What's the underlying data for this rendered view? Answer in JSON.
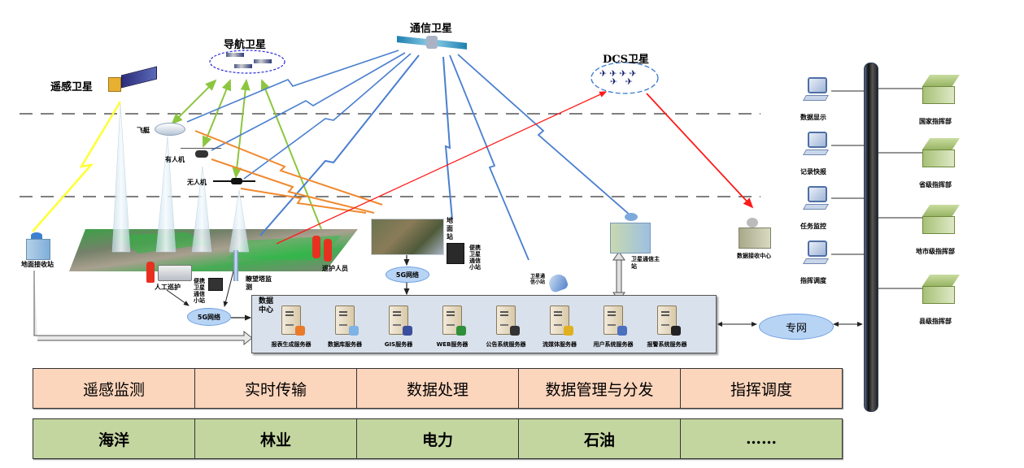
{
  "diagram": {
    "satellites": {
      "remote_sensing": "遥感卫星",
      "navigation": "导航卫星",
      "communication": "通信卫星",
      "dcs": "DCS卫星"
    },
    "aircraft": {
      "airship": "飞艇",
      "manned": "有人机",
      "unmanned": "无人机"
    },
    "ground": {
      "ground_receiving_station": "地面接收站",
      "manual_patrol": "人工巡护",
      "portable_terminal_left": "便携卫星通信小站",
      "watchtower": "瞭望塔监测",
      "patrol_personnel": "巡护人员",
      "ground_station": "地面站",
      "portable_terminal_mid": "便携卫星通信小站",
      "satellite_small_station": "卫星通信小站",
      "satellite_main_station": "卫星通信主站",
      "data_receiving_center": "数据接收中心"
    },
    "networks": {
      "net_5g_left": "5G网络",
      "net_5g_mid": "5G网络",
      "private_net": "专网"
    },
    "data_center": {
      "title": "数据中心",
      "servers": [
        {
          "name": "报表生成服务器",
          "badge_color": "#e87a2a"
        },
        {
          "name": "数据库服务器",
          "badge_color": "#7fb2e5"
        },
        {
          "name": "GIS服务器",
          "badge_color": "#3b4fa0"
        },
        {
          "name": "WEB服务器",
          "badge_color": "#2f8f3a"
        },
        {
          "name": "公告系统服务器",
          "badge_color": "#333333"
        },
        {
          "name": "流媒体服务器",
          "badge_color": "#e0b020"
        },
        {
          "name": "用户系统服务器",
          "badge_color": "#4a70c0"
        },
        {
          "name": "报警系统服务器",
          "badge_color": "#222222"
        }
      ]
    },
    "terminals": [
      "数据显示",
      "记录快报",
      "任务监控",
      "指挥调度"
    ],
    "command_centers": [
      "国家指挥部",
      "省级指挥部",
      "地市级指挥部",
      "县级指挥部"
    ],
    "functions": [
      "遥感监测",
      "实时传输",
      "数据处理",
      "数据管理与分发",
      "指挥调度"
    ],
    "industries": [
      "海洋",
      "林业",
      "电力",
      "石油",
      "……"
    ],
    "colors": {
      "nav_link": "#8cc63f",
      "comm_link": "#4a7fcf",
      "air_link": "#f08a30",
      "dcs_link": "#ff1a1a",
      "rs_link": "#ffff33",
      "function_row": "#fbd5bc",
      "industry_row": "#c4d6a0",
      "data_center_bg": "#d9e1ec"
    }
  }
}
